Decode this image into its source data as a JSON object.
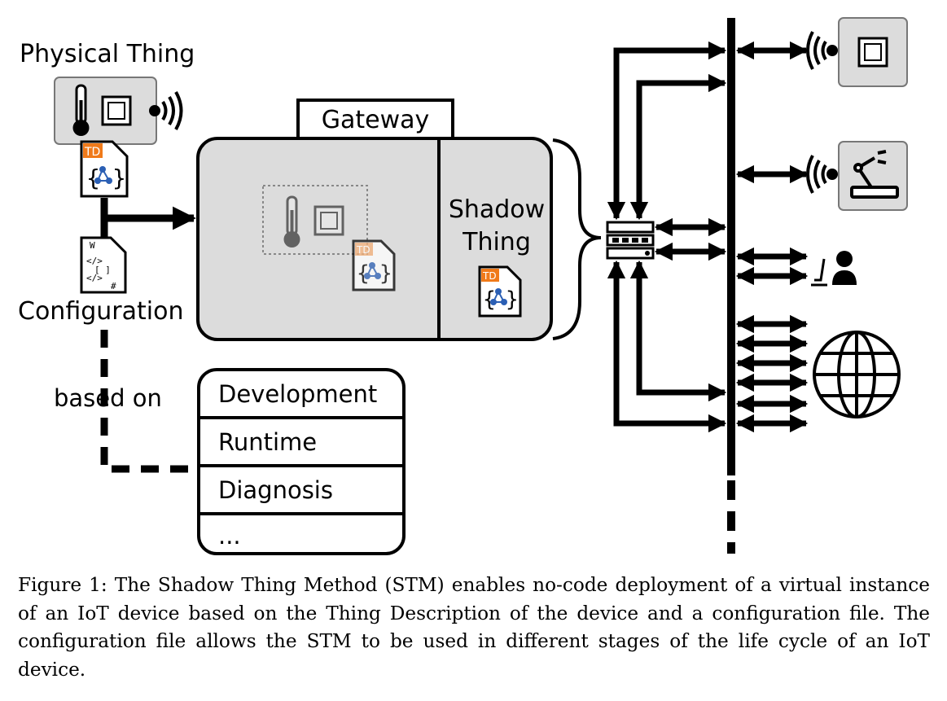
{
  "physical_thing": {
    "label": "Physical Thing",
    "td_badge": "TD"
  },
  "configuration": {
    "label": "Configuration",
    "file_lines": [
      "W",
      "</>",
      "[ ]",
      "</>",
      "#"
    ]
  },
  "based_on_label": "based on",
  "gateway": {
    "label": "Gateway",
    "shadow_thing_label": "Shadow\nThing",
    "td_badge": "TD"
  },
  "lifecycle_stages": [
    "Development",
    "Runtime",
    "Diagnosis",
    "..."
  ],
  "right_side": {
    "devices": [
      "microcontroller-device",
      "robot-arm-device"
    ],
    "user": "person-at-workstation",
    "network": "internet-globe"
  },
  "caption": "Figure 1: The Shadow Thing Method (STM) enables no-code deployment of a virtual instance of an IoT device based on the Thing Description of the device and a configuration file. The configuration file allows the STM to be used in different stages of the life cycle of an IoT device.",
  "colors": {
    "panel_gray": "#dcdcdc",
    "td_orange": "#f07a1a",
    "node_blue": "#2b5fb4"
  }
}
